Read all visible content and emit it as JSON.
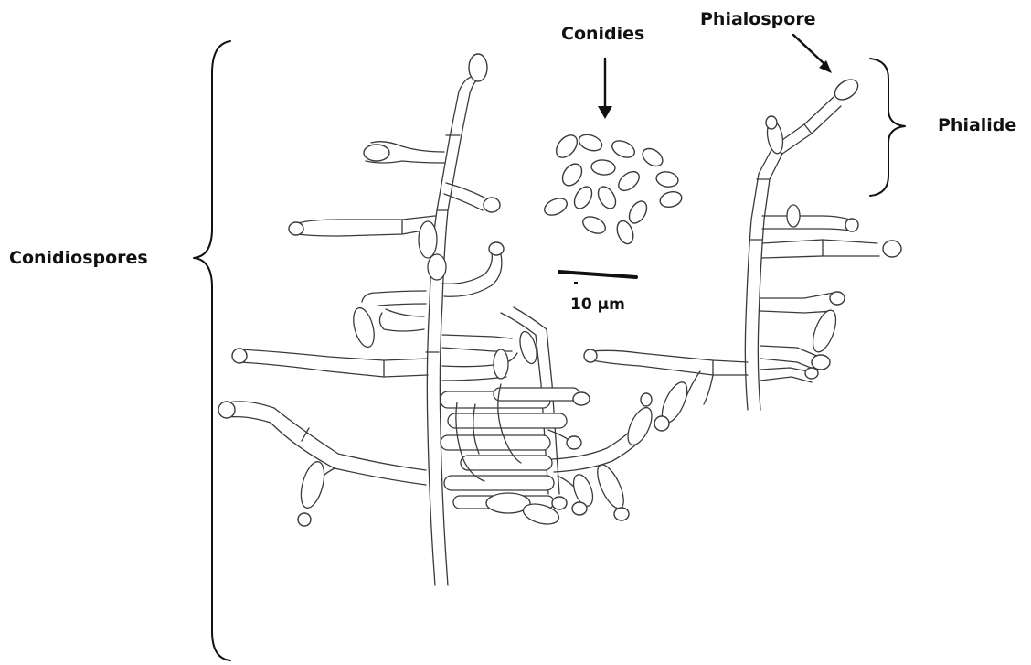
{
  "labels": {
    "conidies": "Conidies",
    "phialospore": "Phialospore",
    "phialide": "Phialide",
    "conidiospores": "Conidiospores",
    "scale_bar": "10 µm"
  }
}
